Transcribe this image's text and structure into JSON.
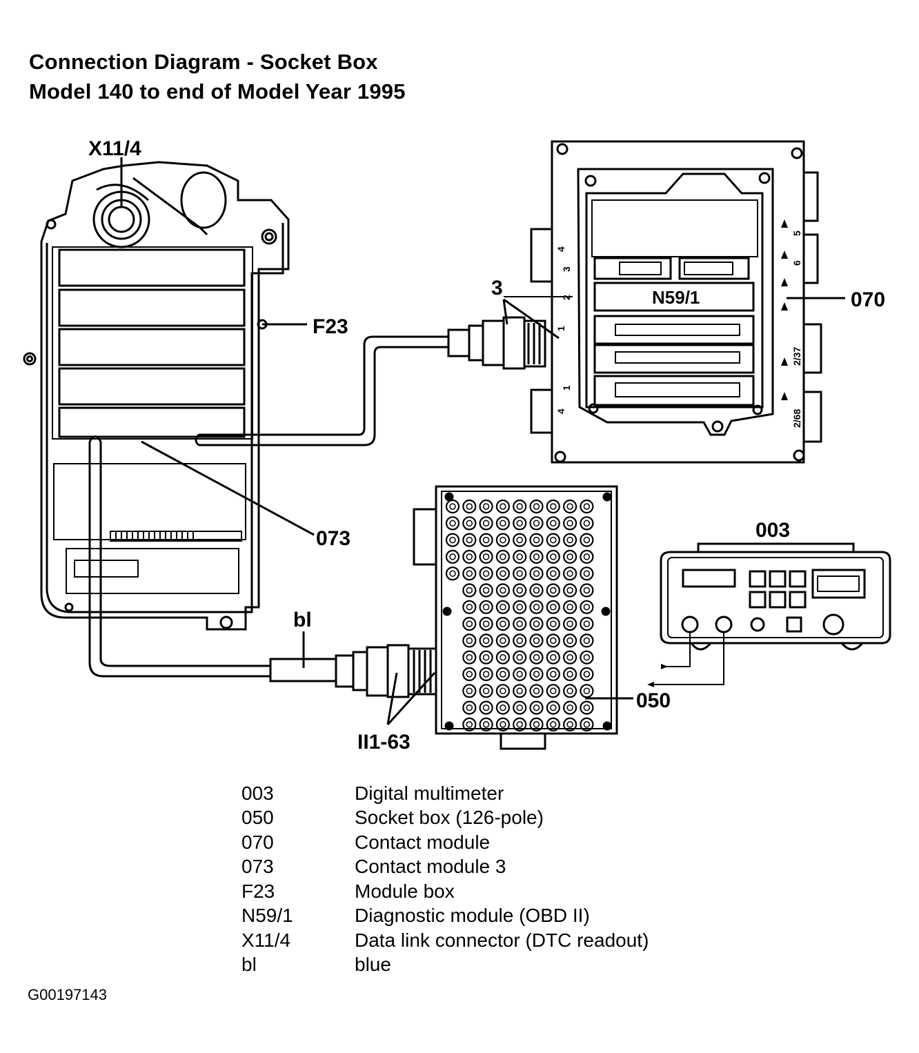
{
  "header": {
    "title_line1": "Connection Diagram - Socket Box",
    "title_line2": "Model 140 to end of Model Year 1995"
  },
  "callouts": {
    "x11_4": "X11/4",
    "f23": "F23",
    "c073": "073",
    "c3": "3",
    "c070": "070",
    "n59_1": "N59/1",
    "c003": "003",
    "bl": "bl",
    "c050": "050",
    "c1_63": "1-63",
    "c1_63_prefix": "II"
  },
  "module_labels": {
    "side_left": [
      "4",
      "3",
      "2",
      "1",
      "4",
      "1"
    ],
    "side_right": [
      "5",
      "6",
      "2/37",
      "2/68"
    ]
  },
  "legend": [
    {
      "code": "003",
      "desc": "Digital multimeter"
    },
    {
      "code": "050",
      "desc": "Socket box (126-pole)"
    },
    {
      "code": "070",
      "desc": "Contact module"
    },
    {
      "code": "073",
      "desc": "Contact module 3"
    },
    {
      "code": "F23",
      "desc": "Module box"
    },
    {
      "code": "N59/1",
      "desc": "Diagnostic module (OBD II)"
    },
    {
      "code": "X11/4",
      "desc": "Data link connector (DTC readout)"
    },
    {
      "code": "bl",
      "desc": "blue"
    }
  ],
  "footer": {
    "image_code": "G00197143"
  }
}
